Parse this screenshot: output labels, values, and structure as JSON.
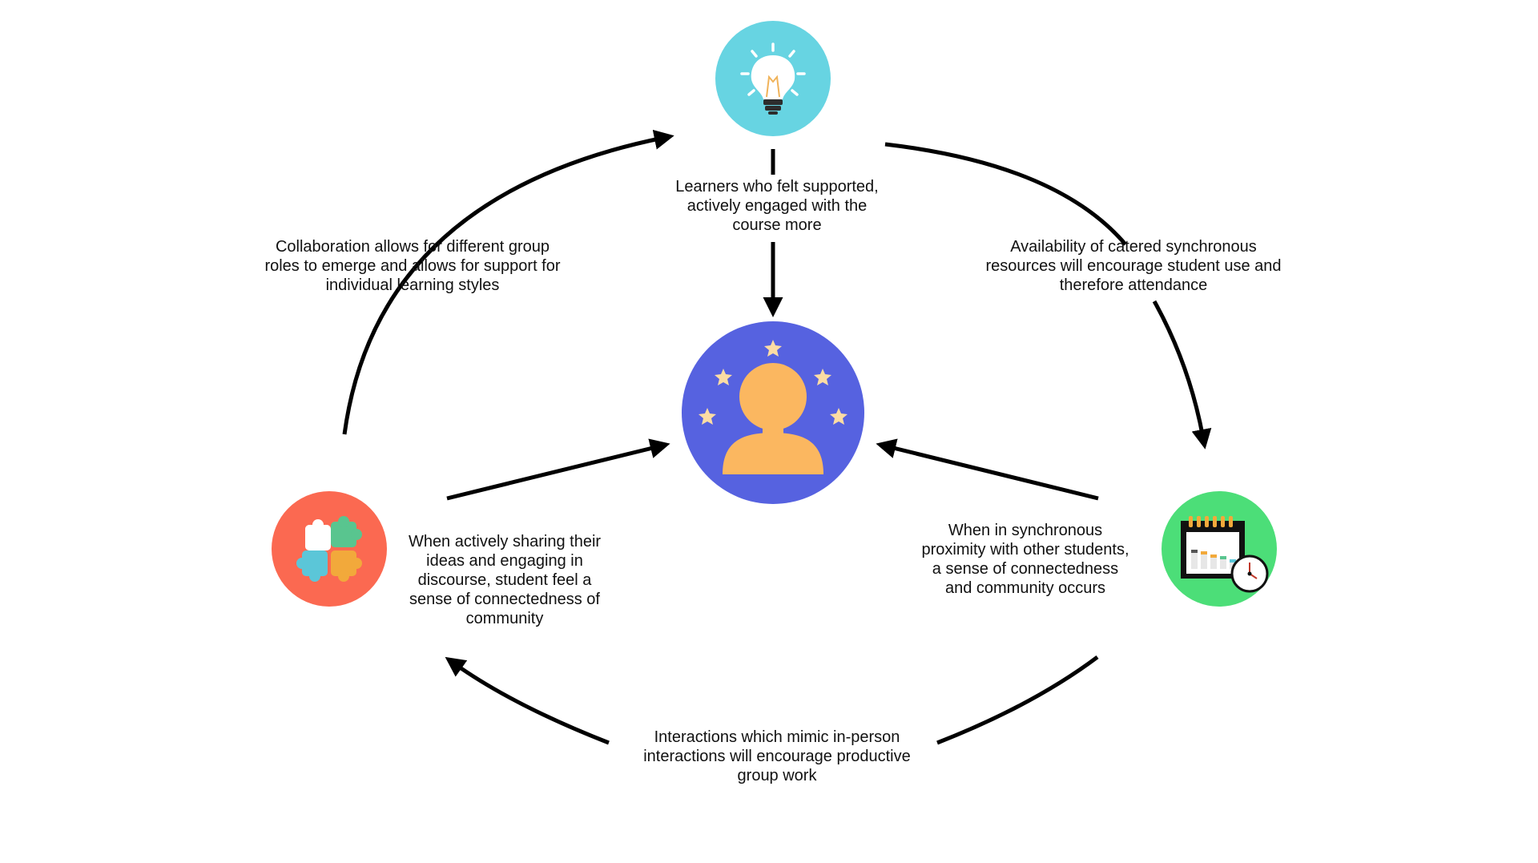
{
  "colors": {
    "arrow": "#000000",
    "bulb_circle": "#67d4e2",
    "person_circle": "#5662e0",
    "person_figure": "#fbb760",
    "star": "#fcdca4",
    "puzzle_circle": "#fb6951",
    "schedule_circle": "#4cde78"
  },
  "icons": {
    "top": "lightbulb-icon",
    "center": "person-with-stars-icon",
    "left": "puzzle-pieces-icon",
    "right": "calendar-clock-icon"
  },
  "labels": {
    "top": "Learners who felt supported,\nactively engaged with the\ncourse more",
    "left": "Collaboration allows for different group\nroles to emerge and allows for support for\nindividual learning styles",
    "right": "Availability of catered synchronous\nresources will encourage student use and\ntherefore attendance",
    "left_mid": "When actively sharing their\nideas and engaging in\ndiscourse, student feel a\nsense of connectedness of\ncommunity",
    "right_mid": "When in synchronous\nproximity with other students,\na sense of connectedness\nand community occurs",
    "bottom": "Interactions which mimic in-person\ninteractions will encourage productive\ngroup work"
  }
}
